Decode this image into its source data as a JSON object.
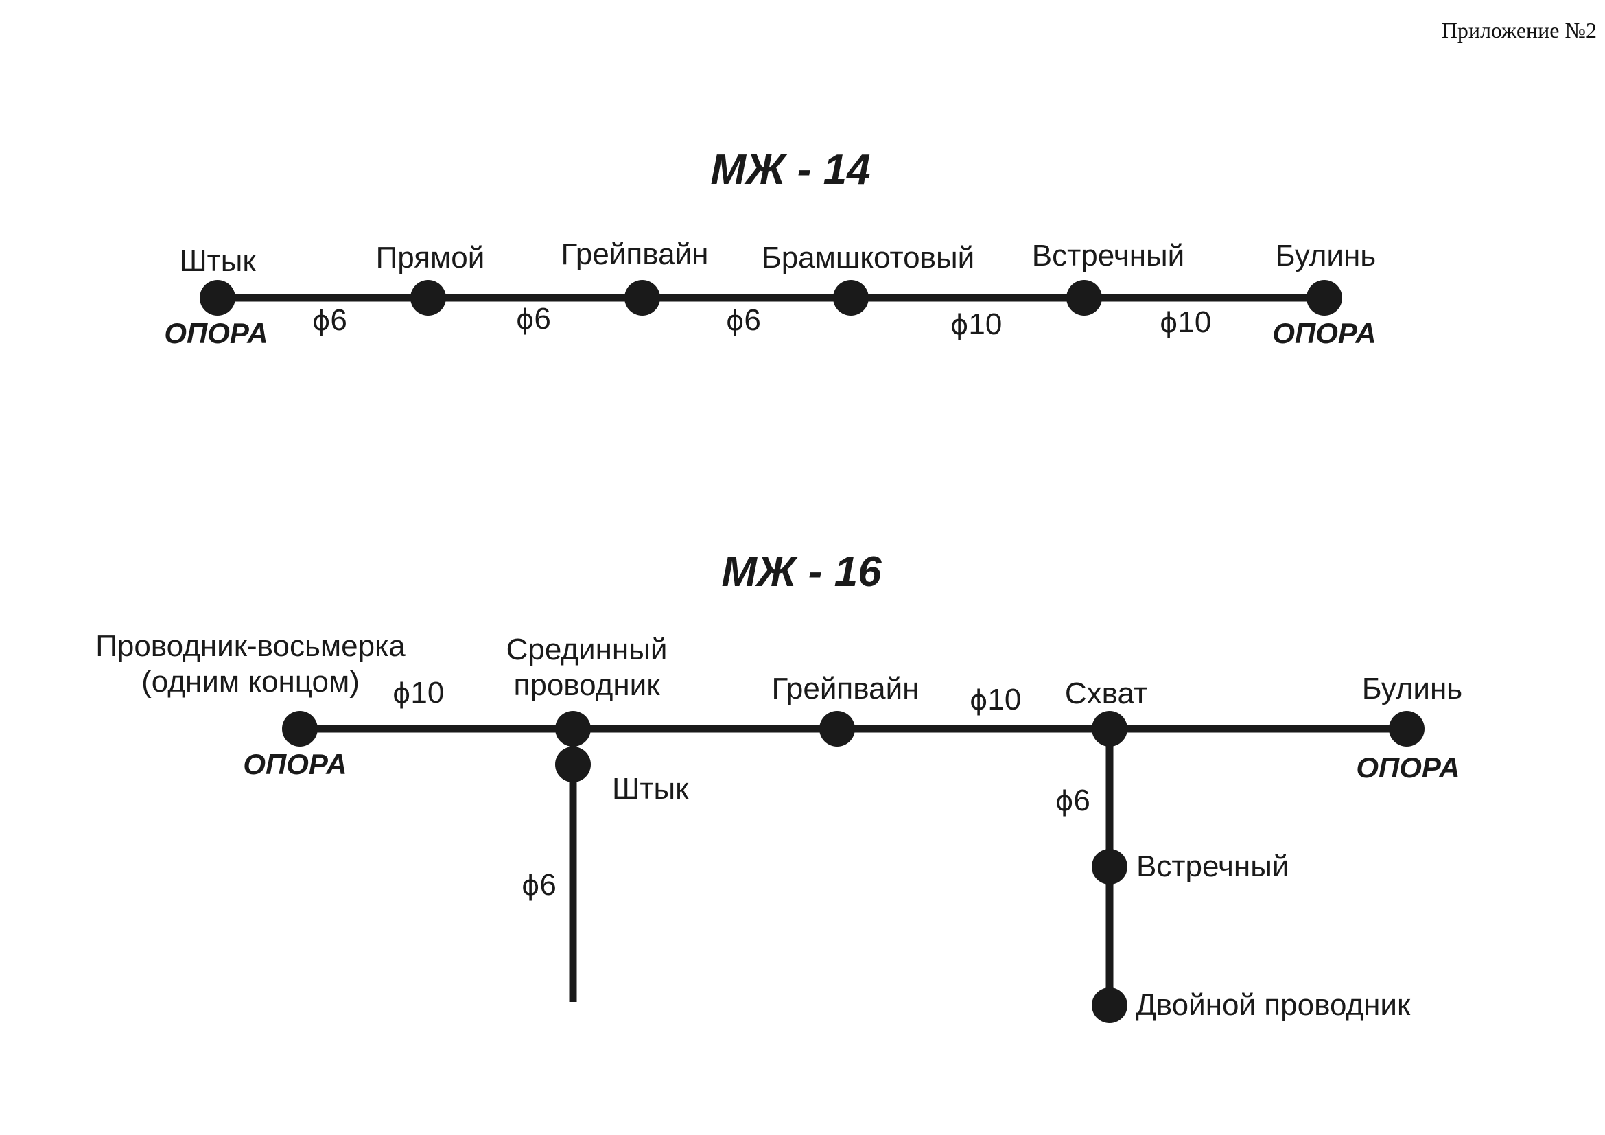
{
  "appendix": "Приложение №2",
  "diagram1": {
    "title": "МЖ - 14",
    "nodes": [
      "Штык",
      "Прямой",
      "Грейпвайн",
      "Брамшкотовый",
      "Встречный",
      "Булинь"
    ],
    "diameters": [
      "6",
      "6",
      "6",
      "10",
      "10"
    ],
    "support_left": "ОПОРА",
    "support_right": "ОПОРА"
  },
  "diagram2": {
    "title": "МЖ - 16",
    "node_figure8": "Проводник-восьмерка",
    "node_figure8_note": "(одним концом)",
    "node_middle_line1": "Срединный",
    "node_middle_line2": "проводник",
    "node_grapevine": "Грейпвайн",
    "node_prusik": "Схват",
    "node_bowline": "Булинь",
    "node_stake": "Штык",
    "node_meeting": "Встречный",
    "node_double": "Двойной проводник",
    "d_main_left": "10",
    "d_main_right": "10",
    "d_branch_left": "6",
    "d_branch_right": "6",
    "support_left": "ОПОРА",
    "support_right": "ОПОРА"
  },
  "phi_symbol": "ϕ",
  "colors": {
    "line": "#1a1a1a",
    "text": "#1a1a1a",
    "background": "#ffffff"
  }
}
